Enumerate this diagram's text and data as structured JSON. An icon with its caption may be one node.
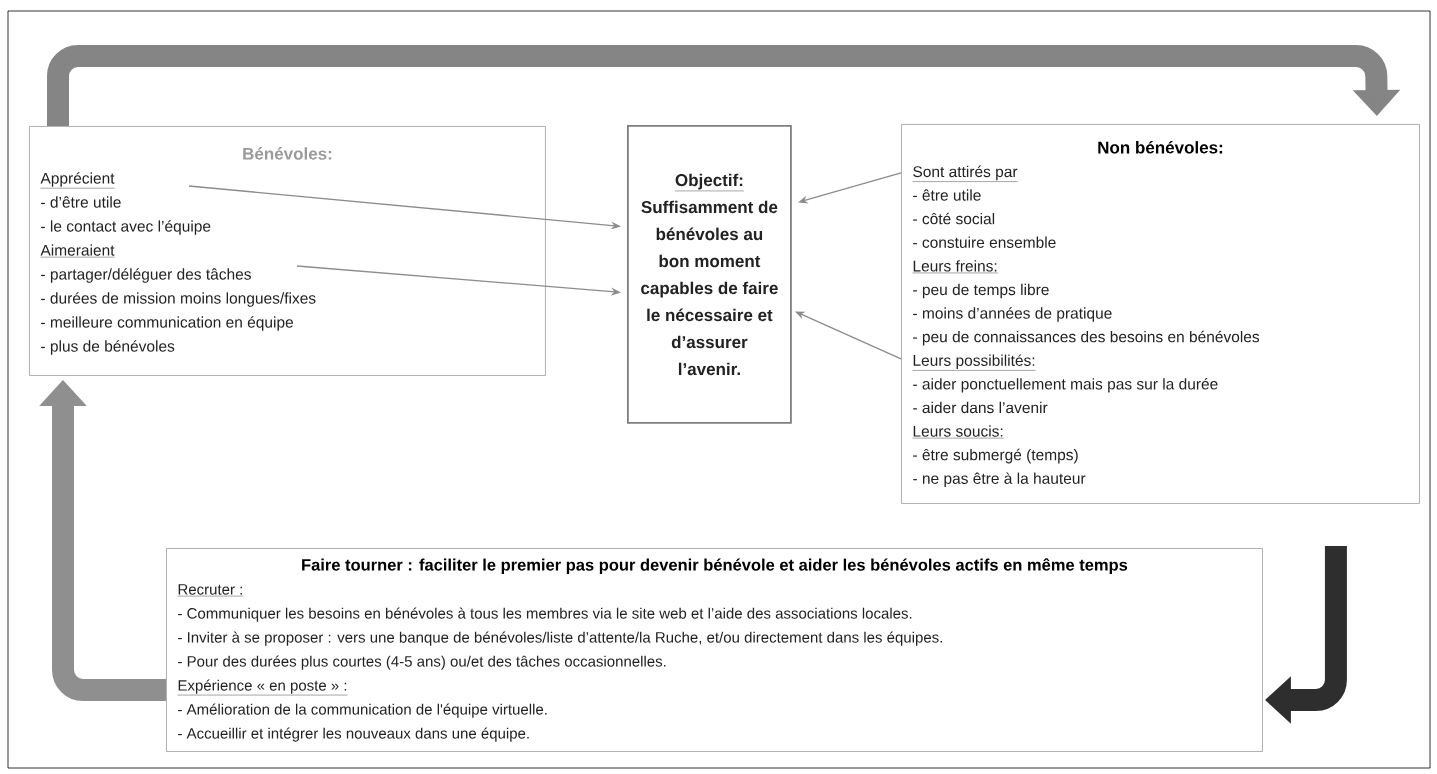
{
  "diagram": {
    "nodes": [
      {
        "text": [
          "Bénévoles:",
          "Apprécient",
          "- d’être utile",
          "- le contact avec l’équipe",
          "Aimeraient",
          "- partager/déléguer des tâches",
          "- durées de mission moins longues/fixes",
          "- meilleure communication en équipe",
          "- plus de bénévoles"
        ]
      },
      {
        "text": [
          "Objectif:",
          "Suffisamment de bénévoles au bon moment capables de faire le nécessaire et d’assurer l’avenir."
        ]
      },
      {
        "text": [
          "Non bénévoles:",
          "Sont attirés par",
          "- être utile",
          "- côté social",
          "- constuire ensemble",
          "Leurs freins:",
          "- peu de temps libre",
          "- moins d’années de pratique",
          "- peu de connaissances des besoins en bénévoles",
          "Leurs possibilités:",
          "- aider ponctuellement mais pas sur la durée",
          "- aider dans l’avenir",
          "Leurs soucis:",
          "- être submergé (temps)",
          "- ne pas être à la hauteur"
        ]
      },
      {
        "text": [
          "Faire tourner : faciliter le premier pas pour devenir bénévole et aider les bénévoles actifs en même temps",
          "Recruter :",
          "- Communiquer les besoins en bénévoles à tous les membres via le site web et l’aide des associations locales.",
          "- Inviter à se proposer : vers une banque de bénévoles/liste d’attente/la Ruche, et/ou directement dans les équipes.",
          "- Pour des durées plus courtes (4-5 ans) ou/et des tâches occasionnelles.",
          "Expérience « en poste » :",
          "- Amélioration de la communication de l'équipe virtuelle.",
          "- Accueillir et intégrer les nouveaux dans une équipe."
        ]
      }
    ],
    "edges": [
      {
        "from": 0,
        "to": 1,
        "arrow": "to"
      },
      {
        "from": 0,
        "to": 1,
        "arrow": "to"
      },
      {
        "from": 2,
        "to": 1,
        "arrow": "to"
      },
      {
        "from": 2,
        "to": 1,
        "arrow": "to"
      },
      {
        "from": 0,
        "to": 2,
        "arrow": "to",
        "style": "thick",
        "color": "#858585"
      },
      {
        "from": 2,
        "to": 3,
        "arrow": "to",
        "style": "thick",
        "color": "#2e2e2e"
      },
      {
        "from": 3,
        "to": 0,
        "arrow": "to",
        "style": "thick",
        "color": "#8f8f8f"
      }
    ]
  }
}
